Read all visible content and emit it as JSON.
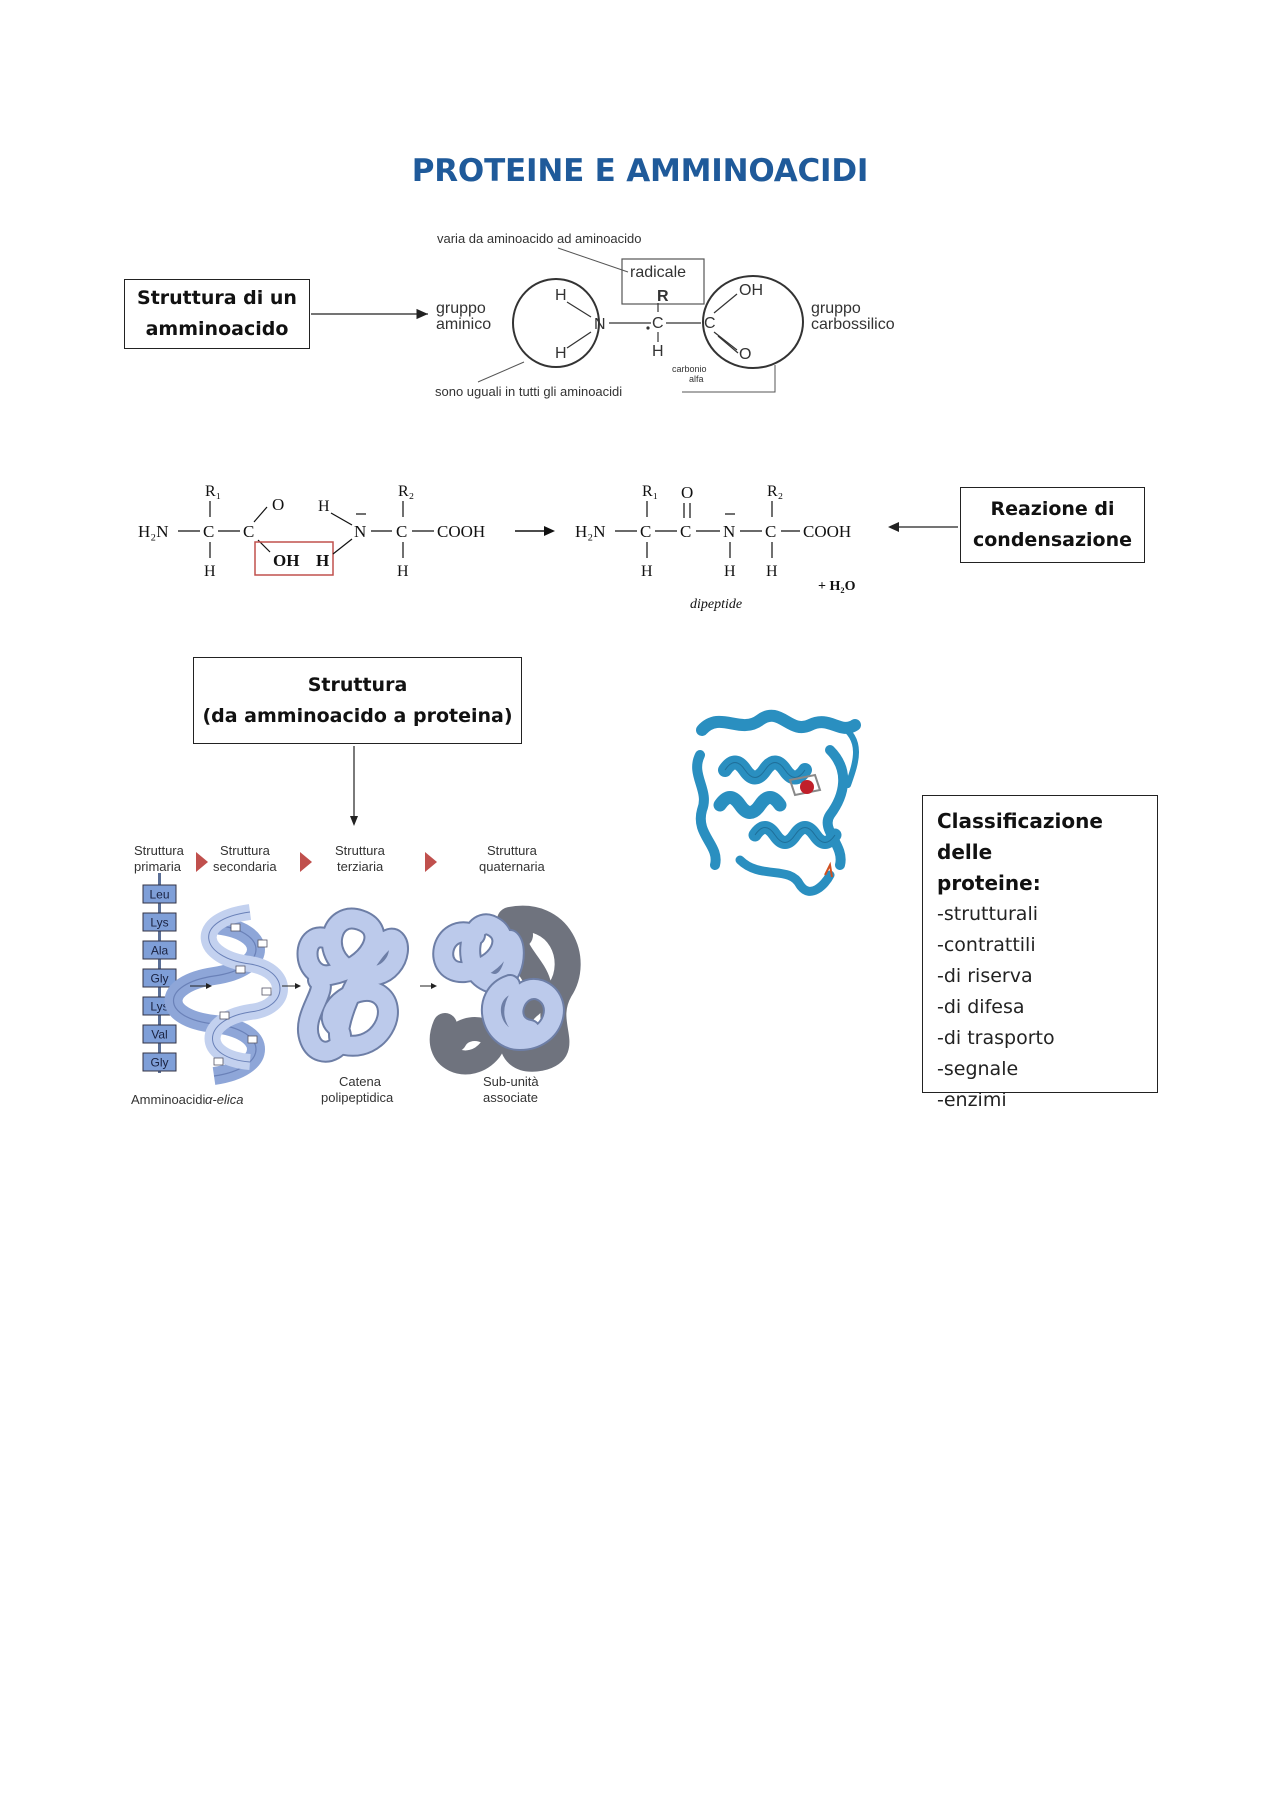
{
  "title": "PROTEINE E AMMINOACIDI",
  "aa_box": {
    "line1": "Struttura di un",
    "line2": "amminoacido"
  },
  "aa_diagram": {
    "top_note": "varia da aminoacido ad aminoacido",
    "radicale": "radicale",
    "gruppo_amminico": [
      "gruppo",
      "aminico"
    ],
    "gruppo_carbossilico": [
      "gruppo",
      "carbossilico"
    ],
    "carbonio_alfa": [
      "carbonio",
      "alfa"
    ],
    "bottom_note": "sono uguali in tutti gli aminoacidi",
    "atoms": {
      "H": "H",
      "N": "N",
      "C": "C",
      "R": "R",
      "O": "O",
      "OH": "OH"
    }
  },
  "reaction_box": {
    "line1": "Reazione di",
    "line2": "condensazione"
  },
  "reaction": {
    "r1": "R₁",
    "r2": "R₂",
    "h2n": "H₂N",
    "cooh": "COOH",
    "oh": "OH",
    "h": "H",
    "n": "N",
    "c": "C",
    "o": "O",
    "dipeptide": "dipeptide",
    "water": "+ H₂O"
  },
  "structure_box": {
    "line1": "Struttura",
    "line2": "(da amminoacido a proteina)"
  },
  "structure_figure": {
    "stages": [
      [
        "Struttura",
        "primaria"
      ],
      [
        "Struttura",
        "secondaria"
      ],
      [
        "Struttura",
        "terziaria"
      ],
      [
        "Struttura",
        "quaternaria"
      ]
    ],
    "amino_acids": [
      "Leu",
      "Lys",
      "Ala",
      "Gly",
      "Lys",
      "Val",
      "Gly"
    ],
    "caption_primary": "Amminoacidi",
    "caption_helix": "α-elica",
    "caption_tertiary": [
      "Catena",
      "polipeptidica"
    ],
    "caption_quaternary": [
      "Sub-unità",
      "associate"
    ],
    "colors": {
      "box_fill": "#7f9fd8",
      "ribbon": "#b9c8ea",
      "ribbon_dark": "#7d8fb5",
      "shadow": "#7a7f8c",
      "arrow": "#c0504d"
    }
  },
  "classification_box": {
    "title_line1": "Classificazione delle",
    "title_line2": "proteine:",
    "items": [
      "-strutturali",
      "-contrattili",
      "-di riserva",
      "-di difesa",
      "-di trasporto",
      "-segnale",
      "-enzimi"
    ]
  },
  "protein_image": {
    "color": "#2a8fc0",
    "heme_color": "#c0202a"
  }
}
